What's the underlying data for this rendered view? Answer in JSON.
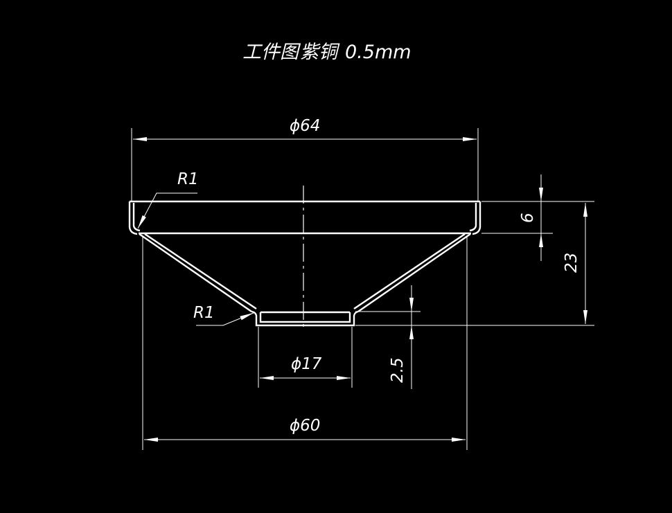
{
  "title": {
    "name": "工件图",
    "material": "紫铜",
    "thickness": "0.5mm"
  },
  "dimensions": {
    "top_diameter": "ϕ64",
    "bottom_outer_diameter": "ϕ60",
    "base_diameter": "ϕ17",
    "rim_height": "6",
    "total_height": "23",
    "base_height": "2.5",
    "radius_top": "R1",
    "radius_bottom": "R1"
  },
  "colors": {
    "background": "#000000",
    "lines": "#ffffff"
  }
}
